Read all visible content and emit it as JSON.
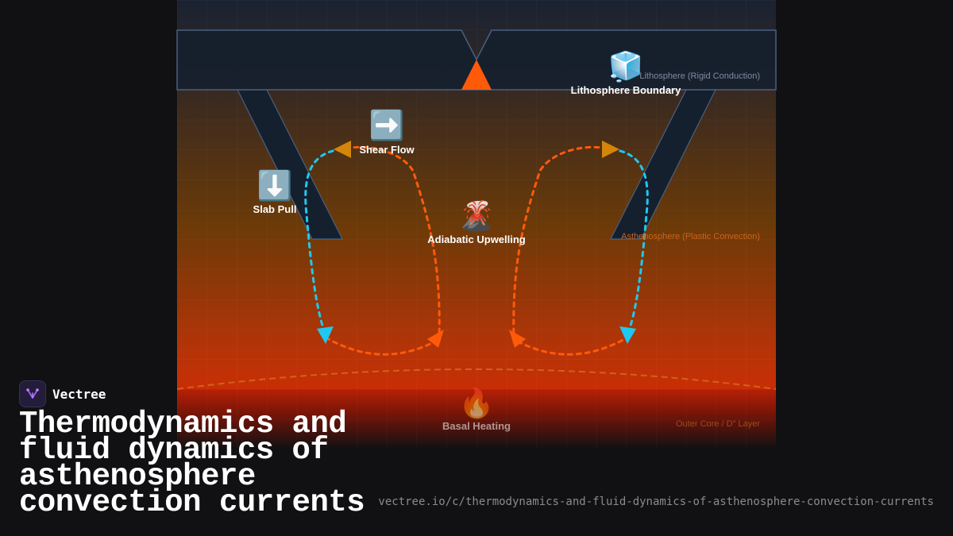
{
  "diagram": {
    "layers": {
      "lithosphere": "Lithosphere (Rigid Conduction)",
      "asthenosphere": "Asthenosphere (Plastic Convection)",
      "core": "Outer Core / D\" Layer"
    },
    "labels": {
      "boundary": "Lithosphere Boundary",
      "shear": "Shear Flow",
      "slab": "Slab Pull",
      "upwelling": "Adiabatic Upwelling",
      "basal": "Basal Heating"
    },
    "icons": {
      "boundary": "🧊",
      "shear": "➡️",
      "slab": "⬇️",
      "upwelling": "🌋",
      "basal": "🔥"
    },
    "colors": {
      "hot_flow": "#ff5a0a",
      "cold_flow": "#1ec8f0",
      "ridge": "#ff5a0a",
      "arrowhead": "#d4860a",
      "plate": "#15202e"
    }
  },
  "brand": {
    "name": "Vectree"
  },
  "title": "Thermodynamics and fluid dynamics of asthenosphere convection currents",
  "url": "vectree.io/c/thermodynamics-and-fluid-dynamics-of-asthenosphere-convection-currents"
}
